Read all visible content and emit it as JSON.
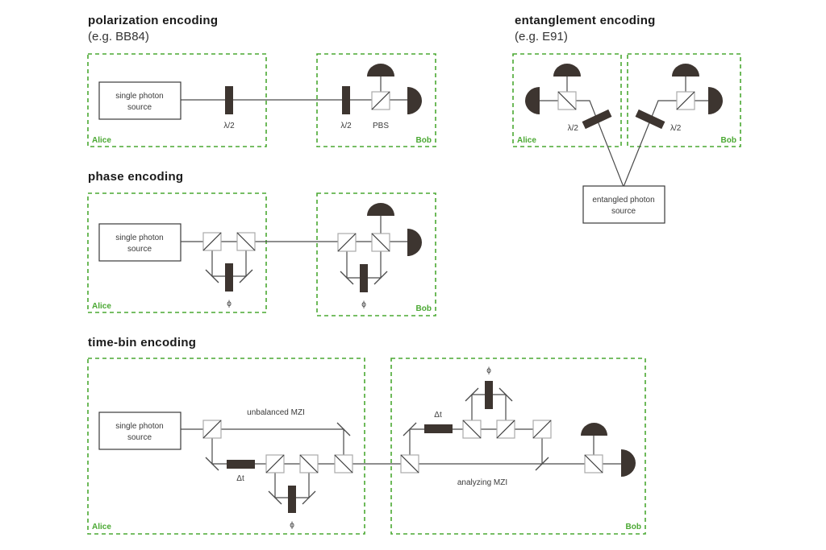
{
  "colors": {
    "region_border": "#4aa832",
    "party_label": "#4aa832",
    "component_dark": "#3d3530",
    "beam": "#4a4a4a"
  },
  "polarization": {
    "title": "polarization encoding",
    "subtitle": "(e.g. BB84)",
    "alice_label": "Alice",
    "bob_label": "Bob",
    "source_line1": "single photon",
    "source_line2": "source",
    "alice_waveplate": "λ/2",
    "bob_waveplate": "λ/2",
    "pbs": "PBS"
  },
  "entanglement": {
    "title": "entanglement encoding",
    "subtitle": "(e.g. E91)",
    "alice_label": "Alice",
    "bob_label": "Bob",
    "alice_waveplate": "λ/2",
    "bob_waveplate": "λ/2",
    "source_line1": "entangled photon",
    "source_line2": "source"
  },
  "phase": {
    "title": "phase encoding",
    "alice_label": "Alice",
    "bob_label": "Bob",
    "source_line1": "single photon",
    "source_line2": "source",
    "alice_phase": "ϕ",
    "bob_phase": "ϕ"
  },
  "timebin": {
    "title": "time-bin encoding",
    "alice_label": "Alice",
    "bob_label": "Bob",
    "source_line1": "single photon",
    "source_line2": "source",
    "alice_mzi": "unbalanced MZI",
    "bob_mzi": "analyzing MZI",
    "alice_delay": "Δt",
    "bob_delay": "Δt",
    "alice_phase": "ϕ",
    "bob_phase": "ϕ"
  }
}
